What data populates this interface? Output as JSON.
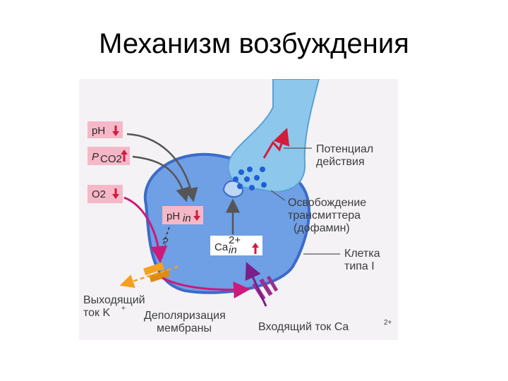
{
  "slide": {
    "title": "Механизм возбуждения"
  },
  "diagram": {
    "stimuli": {
      "ph": {
        "text": "pH"
      },
      "pco2": {
        "p": "P",
        "sub": "CO2"
      },
      "o2": {
        "text": "O2"
      }
    },
    "cell_labels": {
      "ph_in": {
        "main": "pH",
        "sub": "in"
      },
      "question": "?",
      "ca_in": {
        "main": "Ca",
        "sub": "in",
        "sup": "2+"
      }
    },
    "annotations": {
      "action_potential": [
        "Потенциал",
        "действия"
      ],
      "transmitter_release": [
        "Освобождение",
        "трансмиттера",
        "(дофамин)"
      ],
      "cell_type": [
        "Клетка",
        "типа I"
      ],
      "k_current": [
        "Выходящий",
        "ток K",
        "+"
      ],
      "depolarization": [
        "Деполяризация",
        "мембраны"
      ],
      "ca_current": [
        "Входящий ток Ca",
        "2+"
      ]
    },
    "colors": {
      "pill_bg": "#f5b8c8",
      "cell_fill": "#6f9fe4",
      "cell_border": "#3c6bc8",
      "nerve_fill": "#8ec7ec",
      "arrow_magenta": "#cc1a7a",
      "arrow_gray": "#555555",
      "arrow_red": "#d21c3c",
      "channel_orange": "#f4a020",
      "channel_purple": "#9a2f8f",
      "vesicle_blue": "#1e5fd6"
    }
  }
}
